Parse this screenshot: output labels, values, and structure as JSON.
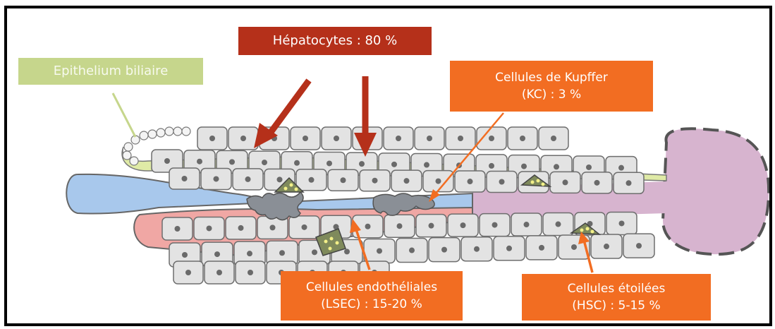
{
  "labels": {
    "hepatocytes": "Hépatocytes : 80 %",
    "epithelium": "Epithelium biliaire",
    "kupffer_line1": "Cellules de Kupffer",
    "kupffer_line2": "(KC) : 3 %",
    "lsec_line1": "Cellules endothéliales",
    "lsec_line2": "(LSEC) : 15-20 %",
    "hsc_line1": "Cellules étoilées",
    "hsc_line2": "(HSC) : 5-15 %"
  },
  "colors": {
    "hepatocytes_label": "#b5301a",
    "epithelium_label": "#c6d68c",
    "orange_label": "#f26d22",
    "portal_vein": "#a8c8ec",
    "hepatic_artery": "#f0a7a4",
    "central_vein": "#d7b4cf",
    "bile_duct": "#dfeaa6",
    "hepatocyte": "#e3e3e3"
  }
}
